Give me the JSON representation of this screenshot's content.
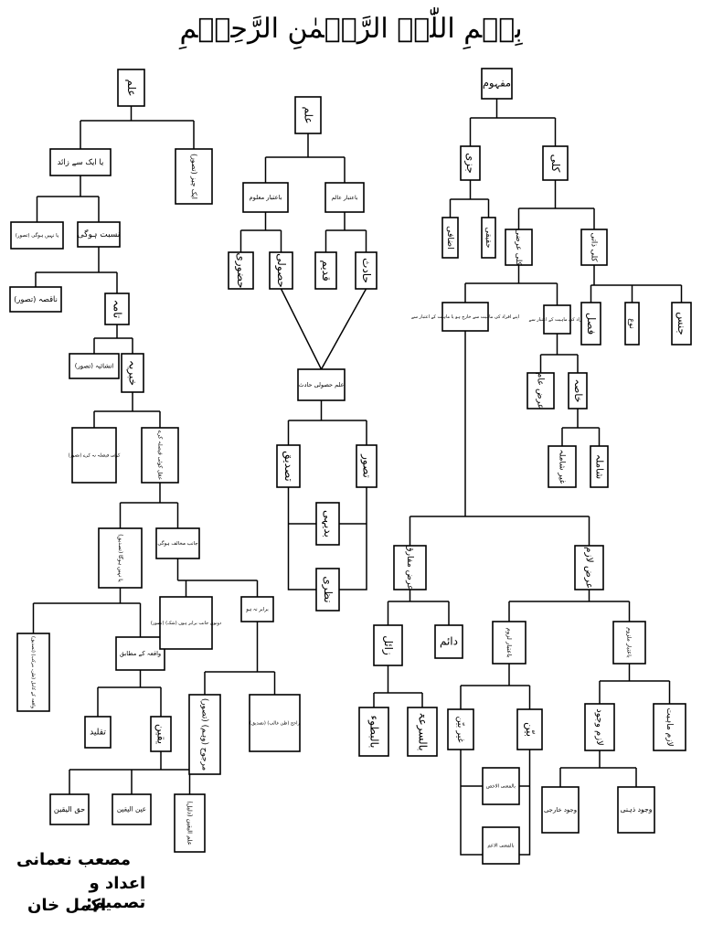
{
  "title": "بِسۡمِ اللّٰہِ الرَّحۡمٰنِ الرَّحِیۡمِ",
  "credit": {
    "label": "اعداد و تصمیم:",
    "name1": "مصعب نعمانی",
    "name2": "اکمل خان"
  },
  "nodes": {
    "ilm_l": "علم",
    "aik_se_zaid": "یا ایک سے زائد",
    "aik_cheez": "ایک چیز (تصور)",
    "nisbat": "نسبت ہوگی",
    "nahi_hogi": "یا نہیں ہوگی (تصور)",
    "naqisa": "ناقصہ (تصور)",
    "tamma": "تامہ",
    "inshaiya": "انشائیہ (تصور)",
    "khabariya": "خبریہ",
    "koi_faisla": "کوئی فیصلہ نہ کرے (تصور)",
    "aql_faisla": "عقل کوئی فیصلہ کرے",
    "yaqeen_nahi": "یا نہیں ہوگا (تصدیق)",
    "jaanib_mukhalif": "جانب مخالف ہوگی",
    "waqia_kamil": "واقعہ کے کامل (ظن، مرکب) (تصدیق)",
    "waqia_mutabiq": "واقعہ کے مطابق",
    "dono_barabar": "دونوں جانب برابر ہوں (شک) (تصور)",
    "barabar_na_ho": "برابر نہ ہو",
    "taqleed": "تقلید",
    "yaqeen": "یقین",
    "marjooh": "مرجوح (وہم) (تصور)",
    "rajih": "راجح (ظن غالب) (تصدیق)",
    "haqq_ul_yaqeen": "حق الیقین",
    "ain_ul_yaqeen": "عین الیقین",
    "ilm_ul_yaqeen": "علم الیقین (دلیل)",
    "ilm_c": "علم",
    "ba_maloom": "باعتبار معلوم",
    "ba_aalim": "باعتبار عالم",
    "huzoori": "حضوری",
    "husooli": "حصولی",
    "qadeem": "قدیم",
    "haadis": "حادث",
    "ilm_husooli_haadis": "علم حصولی حادث",
    "tasdeeq": "تصدیق",
    "tasawwur": "تصور",
    "badeehi": "بدیہی",
    "nazari": "نظری",
    "mafhoom": "مفہوم",
    "juzi": "جزی",
    "kulli": "کلی",
    "izafi": "اضافی",
    "haqeeqi": "حقیقی",
    "kulli_arzi": "کلی عرضی",
    "kulli_zaati": "کلی ذاتی",
    "apne_fard": "اپنے افراد کی ماہیت سے خارج ہو یا ماہیت کے اعتبار سے",
    "afraad_ke": "افراد کی ماہیت کے اعتبار سے",
    "fasl": "فصل",
    "nau": "نوع",
    "jins": "جنس",
    "arz_aam": "عرض عام",
    "khaassa": "خاصہ",
    "shamila": "شاملہ",
    "ghair_shamila": "غیر شاملہ",
    "arz_mufariq": "عرض مفارق",
    "arz_lazim": "عرض لازم",
    "zail": "زائل",
    "daim": "دائم",
    "ba_luzoom": "باعتبار لزوم",
    "ba_malzoom": "باعتبار ملزوم",
    "bil_butu": "بالبطوء",
    "bil_sura": "بالسرعۃ",
    "ghair_bayyin": "غیر بیّن",
    "bayyin": "بیّن",
    "lazim_wujood": "لازم وجود",
    "lazim_mahiyat": "لازم ماہیت",
    "bil_mana_akhass": "بالمعنی الاخص",
    "bil_mana_aam": "بالمعنی الاعم",
    "wujood_khariji": "وجود خارجی",
    "wujood_zehni": "وجود ذہنی"
  }
}
